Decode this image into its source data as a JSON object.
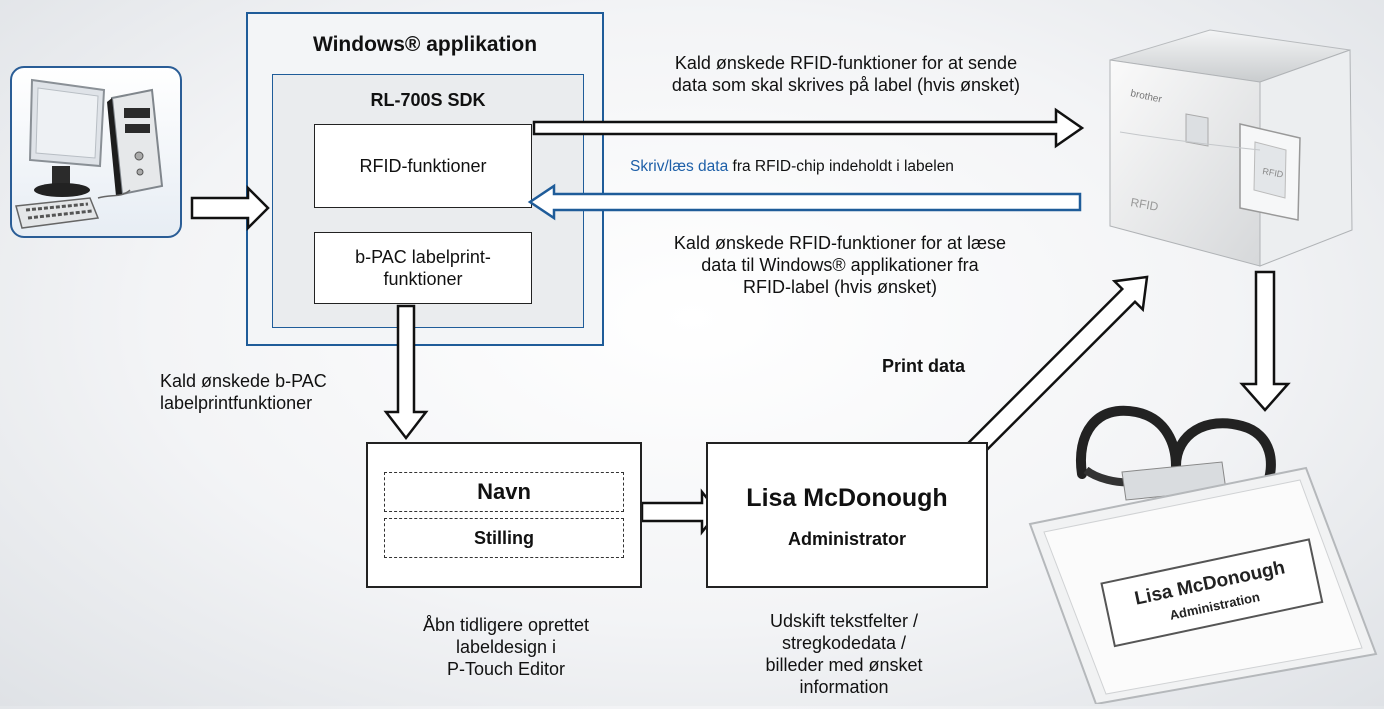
{
  "windows_app": {
    "title": "Windows® applikation"
  },
  "sdk": {
    "title": "RL-700S SDK"
  },
  "rfid_box": {
    "label": "RFID-funktioner"
  },
  "bpac_box": {
    "line1": "b-PAC labelprint-",
    "line2": "funktioner"
  },
  "arrow_send_text": {
    "line1": "Kald ønskede RFID-funktioner for at sende",
    "line2": "data som skal skrives på label (hvis ønsket)"
  },
  "rw_text": {
    "blue": "Skriv/læs data",
    "rest": " fra RFID-chip indeholdt i labelen"
  },
  "arrow_read_text": {
    "line1": "Kald ønskede RFID-funktioner for at læse",
    "line2": "data til Windows® applikationer fra",
    "line3": "RFID-label (hvis ønsket)"
  },
  "bpac_call_text": {
    "line1": "Kald ønskede b-PAC",
    "line2": "labelprintfunktioner"
  },
  "template_box": {
    "field1": "Navn",
    "field2": "Stilling"
  },
  "template_caption": {
    "line1": "Åbn tidligere oprettet",
    "line2": "labeldesign i",
    "line3": "P-Touch Editor"
  },
  "result_box": {
    "name": "Lisa McDonough",
    "title": "Administrator"
  },
  "result_caption": {
    "line1": "Udskift tekstfelter /",
    "line2": "stregkodedata /",
    "line3": "billeder med ønsket",
    "line4": "information"
  },
  "print_data": {
    "label": "Print data"
  },
  "printer": {
    "brand": "brother",
    "badge": "RFID",
    "side": "RFID"
  },
  "badge_card": {
    "name": "Lisa McDonough",
    "title": "Administration"
  },
  "colors": {
    "accent_blue": "#1f5c99",
    "link_blue": "#1d5fa8"
  }
}
